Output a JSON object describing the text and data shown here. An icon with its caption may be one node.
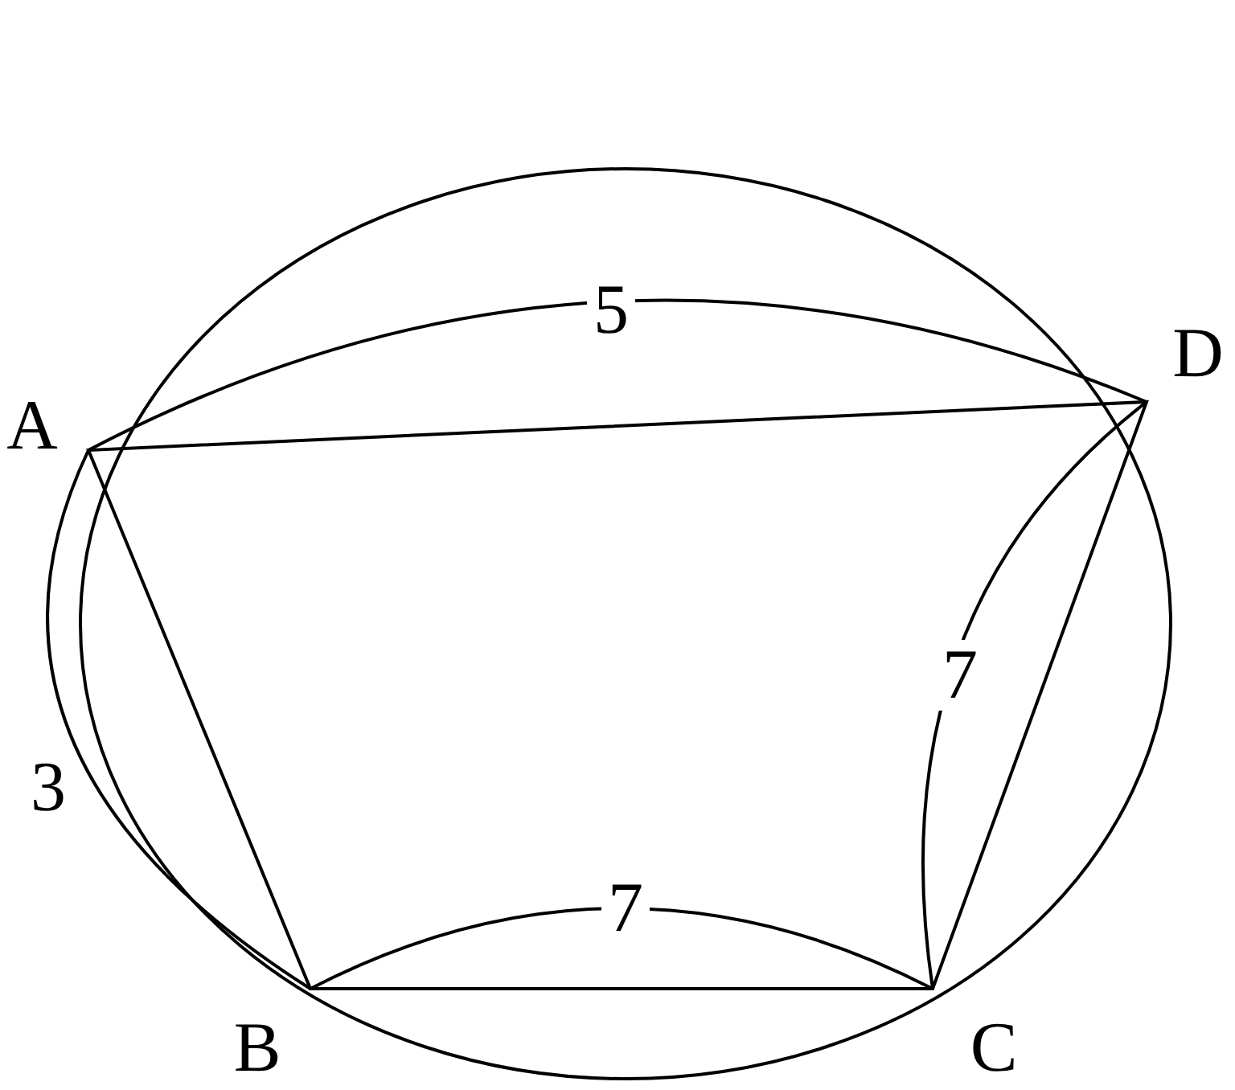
{
  "diagram": {
    "labels": [
      "5",
      "D",
      "A",
      "7",
      "3",
      "7",
      "B",
      "C"
    ]
  }
}
